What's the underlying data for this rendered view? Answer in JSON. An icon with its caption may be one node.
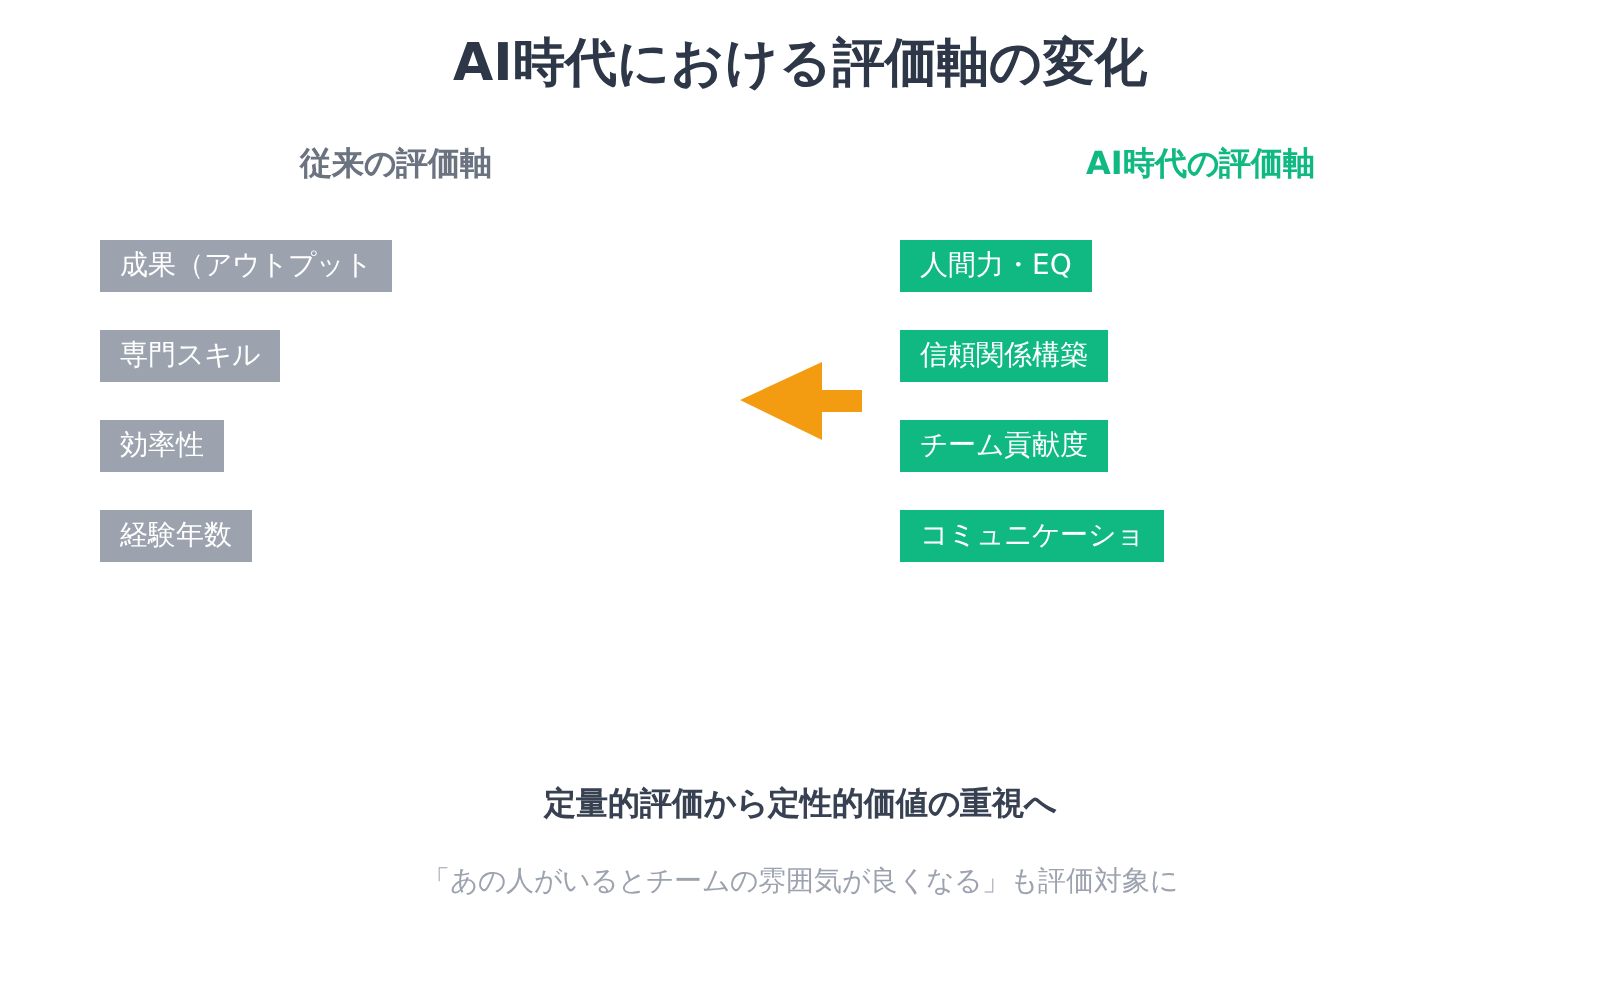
{
  "diagram": {
    "title": "AI時代における評価軸の変化",
    "nodes": [
      {
        "text": [
          "成果（アウトプット"
        ]
      },
      {
        "text": [
          "専門スキル"
        ]
      },
      {
        "text": [
          "効率性"
        ]
      },
      {
        "text": [
          "経験年数"
        ]
      },
      {
        "text": [
          "人間力・EQ"
        ]
      },
      {
        "text": [
          "信頼関係構築"
        ]
      },
      {
        "text": [
          "チーム貢献度"
        ]
      },
      {
        "text": [
          "コミュニケーショ"
        ]
      }
    ],
    "labels": [
      "従来の評価軸",
      "AI時代の評価軸",
      "定量的評価から定性的価値の重視へ",
      "「あの人がいるとチームの雰囲気が良くなる」も評価対象に"
    ]
  }
}
